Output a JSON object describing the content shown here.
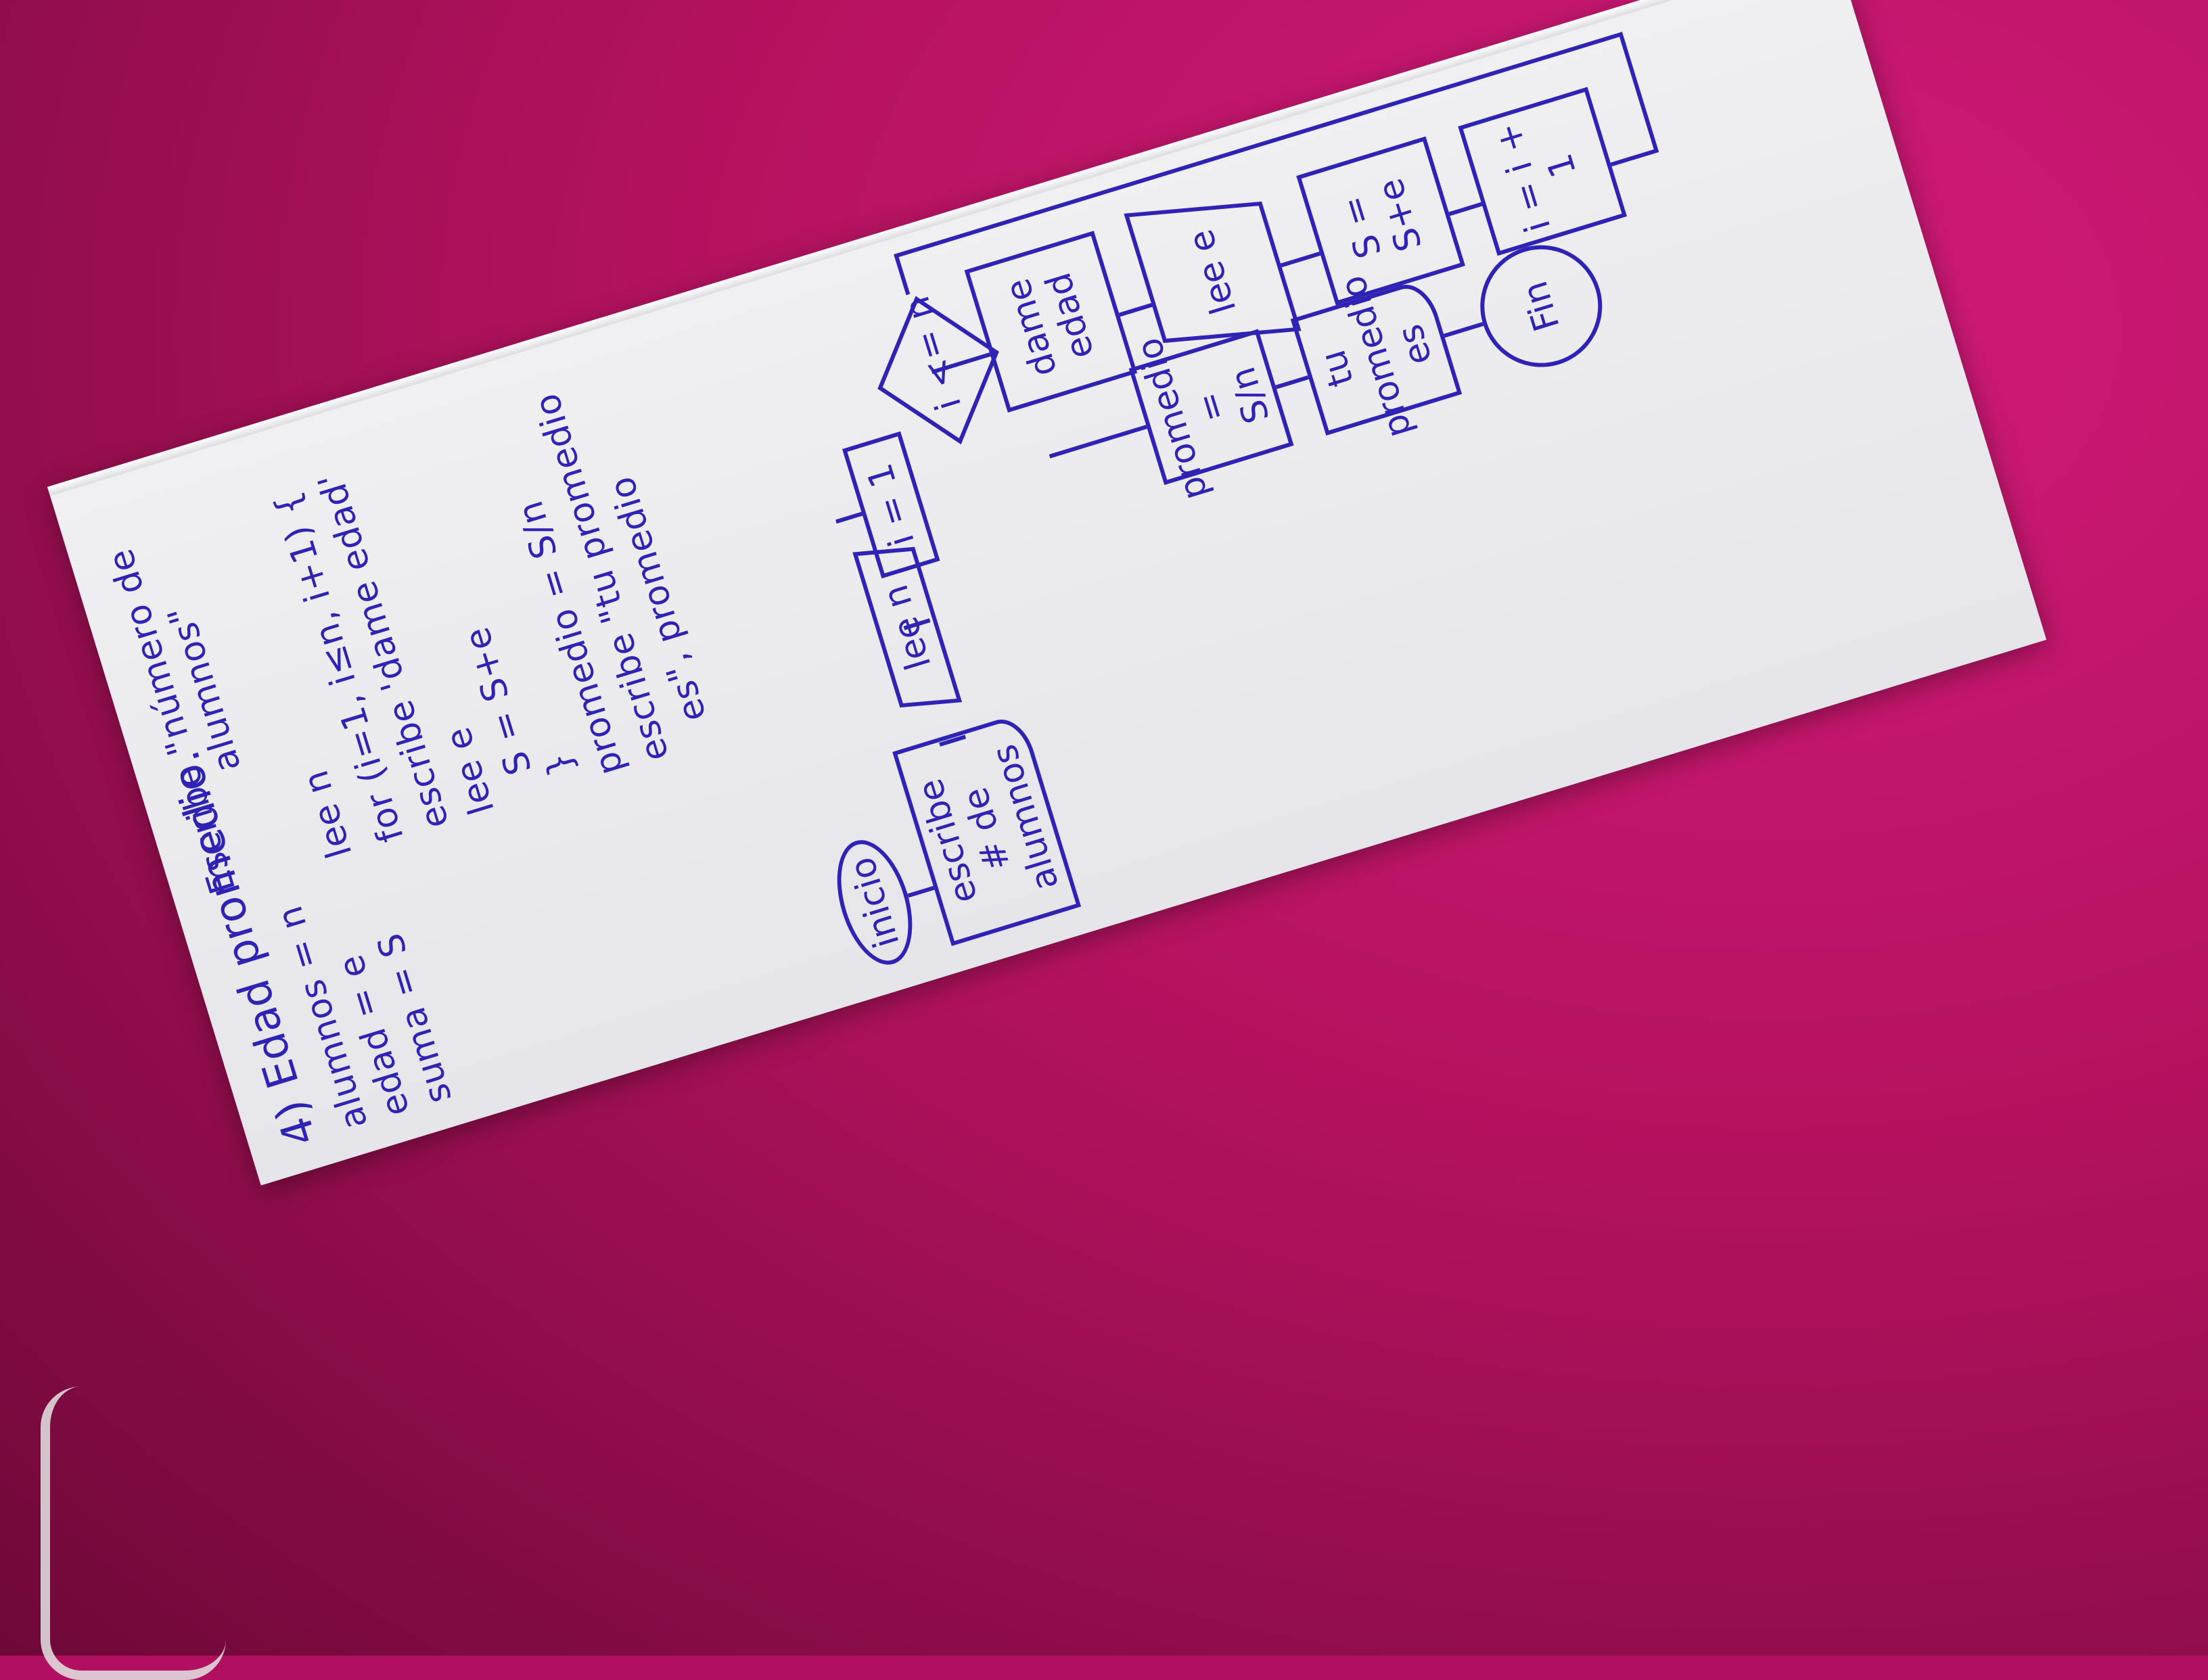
{
  "notes": {
    "title": "4) Edad promedio.",
    "variables": [
      "alumnos = n",
      "edad = e",
      "suma = S"
    ]
  },
  "pseudocode": [
    "Escribe \"número de",
    "alumnos\"",
    "lee n",
    "for (i=1, i≤n, i+1) {",
    "escribe 'dame edad'",
    "lee e",
    "S = S+e",
    "}",
    "promedio = S/n",
    "escribe \"tu promedio",
    "es\", promedio"
  ],
  "flowchart": {
    "start": "inicio",
    "write_count": "escribe\n# de alumnos",
    "read_n": "lee n",
    "init_i": "i = 1",
    "decision": "i <= n",
    "ask_age": "dame\nedad",
    "read_e": "lee e",
    "accumulate": "S = S+e",
    "increment": "i = i + 1",
    "average": "promedio =\nS/n",
    "output": "tu promedio\nes",
    "end": "Fin"
  },
  "colors": {
    "ink": "#2f23b6",
    "paper": "#ececf0",
    "background": "#b0105f"
  }
}
